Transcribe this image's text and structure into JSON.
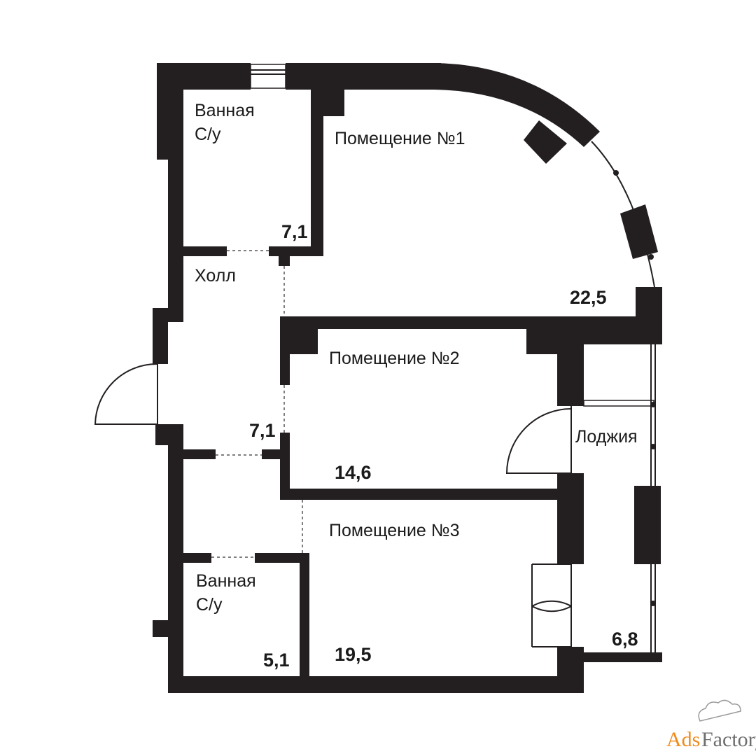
{
  "rooms": {
    "bath1": {
      "name_line1": "Ванная",
      "name_line2": "С/у",
      "area": "7,1"
    },
    "room1": {
      "name": "Помещение №1",
      "area": "22,5"
    },
    "hall": {
      "name": "Холл",
      "area": "7,1"
    },
    "room2": {
      "name": "Помещение №2",
      "area": "14,6"
    },
    "loggia": {
      "name": "Лоджия",
      "area": "6,8"
    },
    "room3": {
      "name": "Помещение №3",
      "area": "19,5"
    },
    "bath2": {
      "name_line1": "Ванная",
      "name_line2": "С/у",
      "area": "5,1"
    }
  },
  "watermark": {
    "part1": "Ads",
    "part2": "Factory"
  },
  "colors": {
    "wall": "#231f20",
    "watermark_orange": "#f08a1c",
    "watermark_gray": "#6d6e70"
  }
}
